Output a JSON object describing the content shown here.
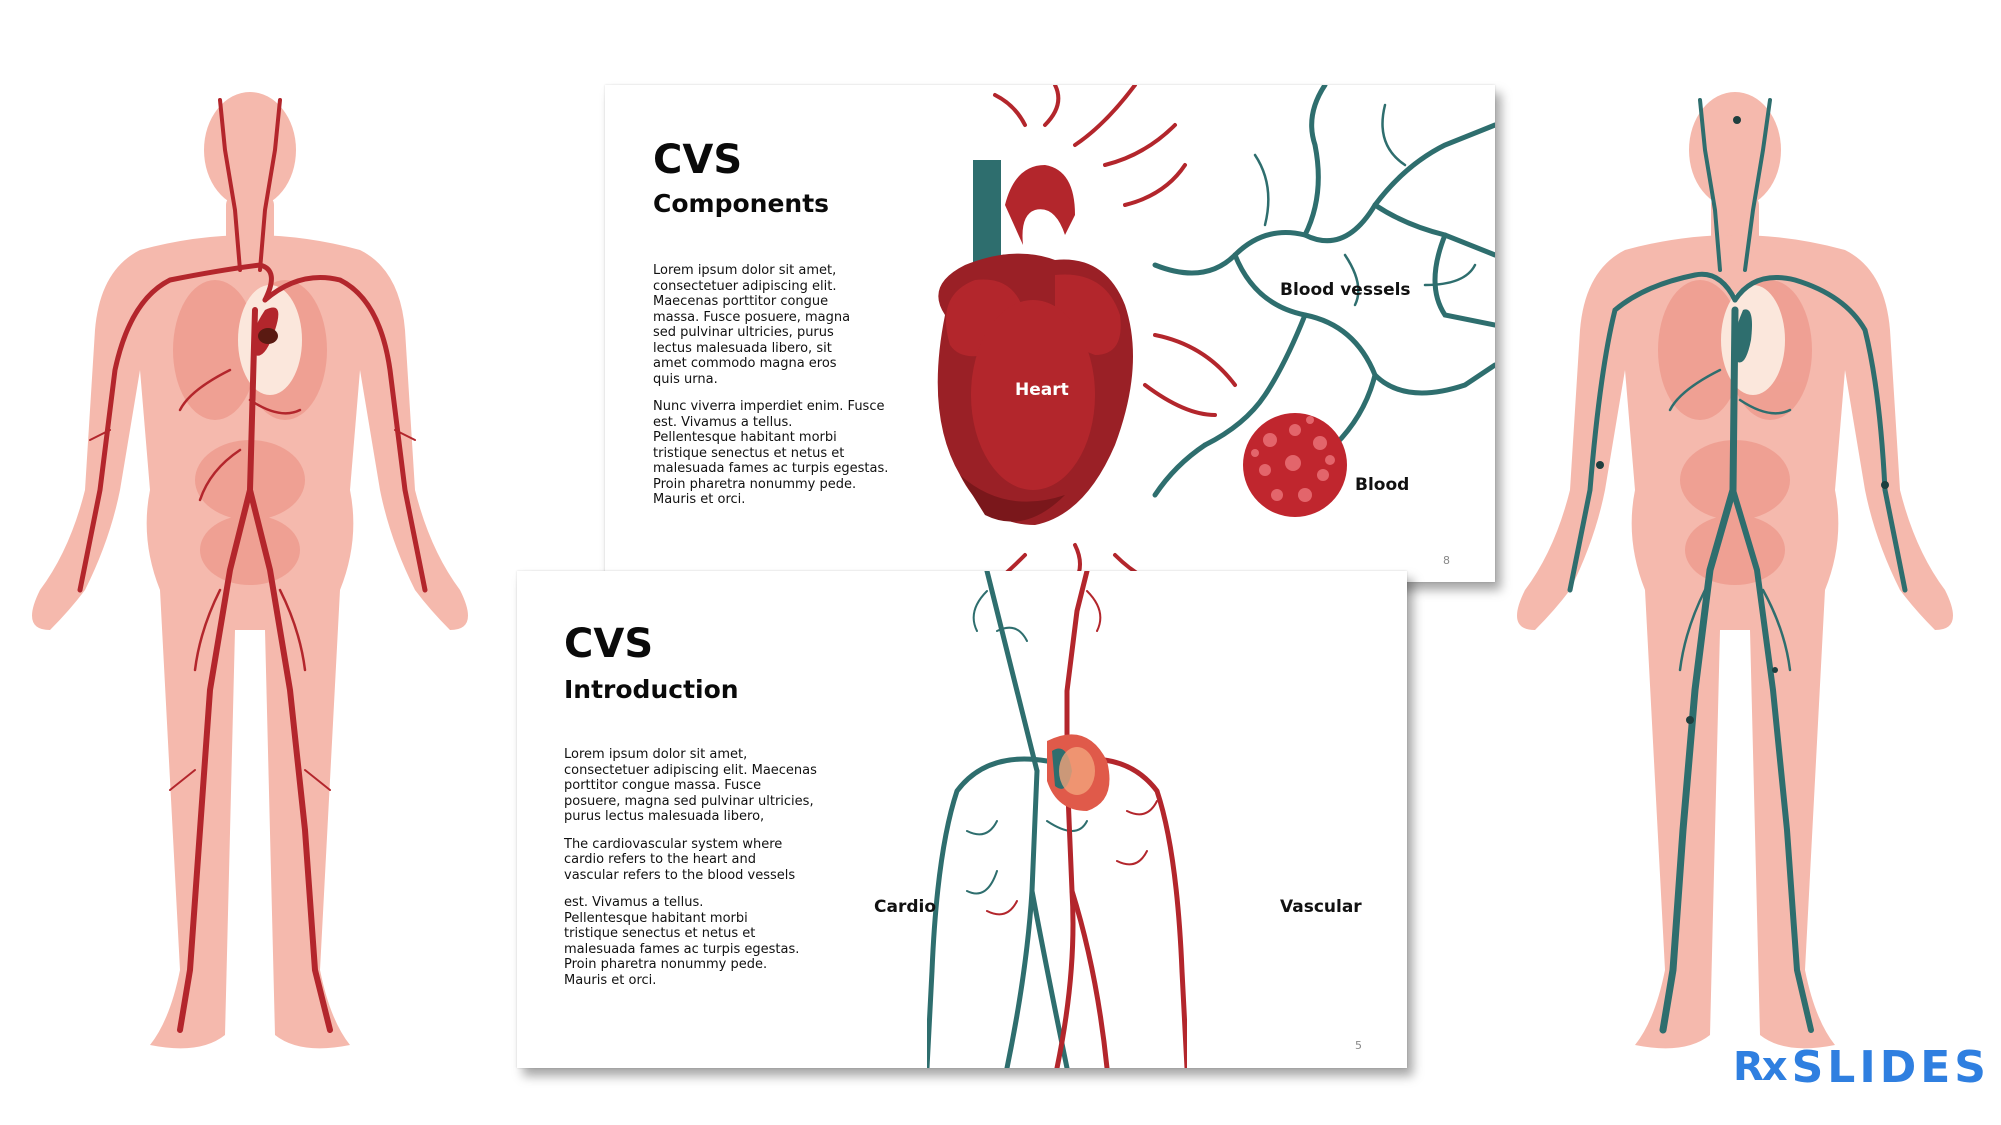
{
  "colors": {
    "artery": "#b3262c",
    "vein": "#2e6e6e",
    "skin": "#f5b9ad",
    "logo": "#2f7fe0"
  },
  "figures": {
    "left": {
      "icon": "arterial-system-body-illustration"
    },
    "right": {
      "icon": "venous-system-body-illustration"
    }
  },
  "slide_components": {
    "title": "CVS",
    "subtitle": "Components",
    "paragraphs": [
      "Lorem ipsum dolor sit amet,\nconsectetuer adipiscing elit.\nMaecenas porttitor congue\nmassa. Fusce posuere, magna\nsed pulvinar ultricies, purus\nlectus malesuada libero, sit\namet commodo magna eros\nquis urna.",
      "Nunc viverra imperdiet enim. Fusce\nest. Vivamus a tellus.\nPellentesque habitant morbi\ntristique senectus et netus et\nmalesuada fames ac turpis egestas.\nProin pharetra nonummy pede.\nMauris et orci."
    ],
    "labels": {
      "heart": "Heart",
      "blood_vessels": "Blood vessels",
      "blood": "Blood"
    },
    "page_number": "8"
  },
  "slide_introduction": {
    "title": "CVS",
    "subtitle": "Introduction",
    "paragraphs": [
      "Lorem ipsum dolor sit amet,\nconsectetuer adipiscing elit. Maecenas\nporttitor congue massa. Fusce\nposuere, magna sed pulvinar ultricies,\npurus lectus malesuada libero,",
      "The cardiovascular system where\ncardio refers to the heart and\nvascular refers to the blood vessels",
      "est. Vivamus a tellus.\nPellentesque habitant morbi\ntristique senectus et netus et\nmalesuada fames ac turpis egestas.\nProin pharetra nonummy pede.\nMauris et orci."
    ],
    "labels": {
      "cardio": "Cardio",
      "vascular": "Vascular"
    },
    "page_number": "5"
  },
  "logo": {
    "prefix": "Rx",
    "text": "SLIDES"
  }
}
